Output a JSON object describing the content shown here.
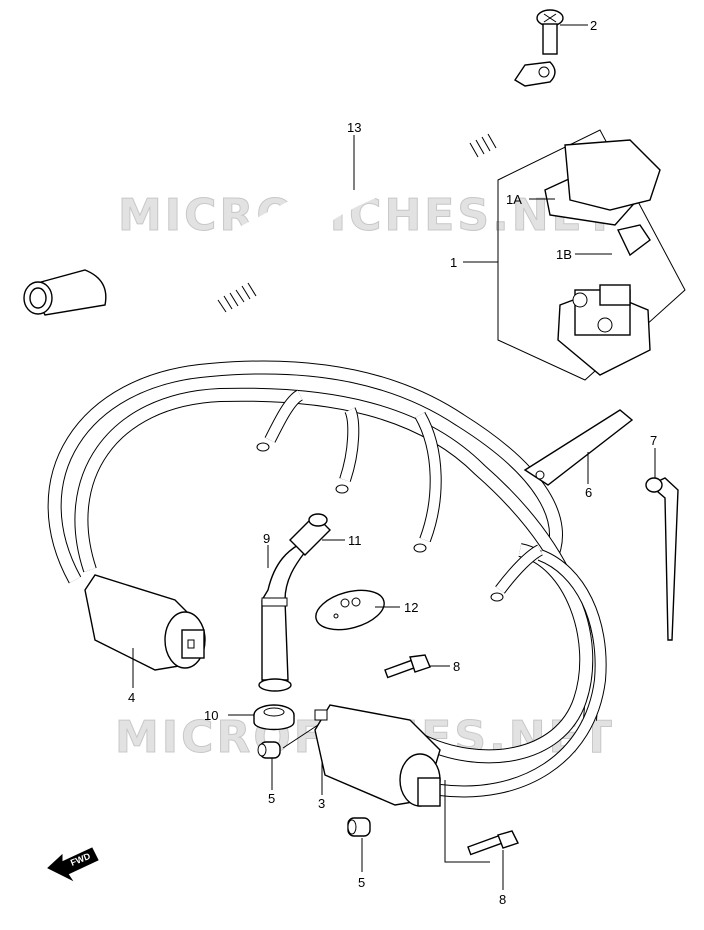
{
  "watermark": "MICROFICHES.NET",
  "fwd_label": "FWD",
  "callouts": {
    "p1": "1",
    "p1a": "1A",
    "p1b": "1B",
    "p2": "2",
    "p3": "3",
    "p4": "4",
    "p5a": "5",
    "p5b": "5",
    "p6": "6",
    "p7": "7",
    "p8a": "8",
    "p8b": "8",
    "p9": "9",
    "p10": "10",
    "p11": "11",
    "p12": "12",
    "p13": "13"
  }
}
